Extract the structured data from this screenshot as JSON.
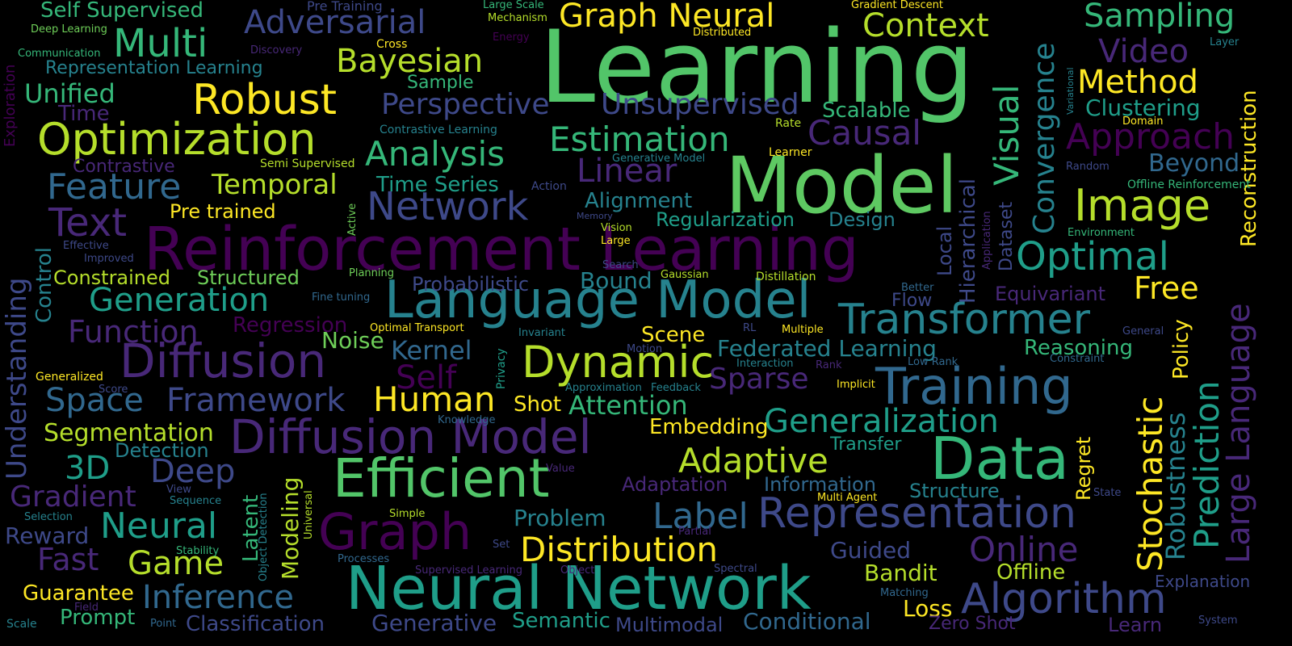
{
  "palette": {
    "purple_dark": "#440154",
    "purple": "#482878",
    "indigo": "#3e4989",
    "blue": "#31688e",
    "teal": "#26828e",
    "teal_green": "#1f9e89",
    "green": "#35b779",
    "lime": "#6ece58",
    "yellow_green": "#b5de2b",
    "yellow": "#fde725"
  },
  "words": [
    "Learning",
    "Model",
    "Reinforcement Learning",
    "Language Model",
    "Neural Network",
    "Diffusion Model",
    "Diffusion",
    "Efficient",
    "Graph",
    "Training",
    "Data",
    "Transformer",
    "Representation",
    "Dynamic",
    "Algorithm",
    "Image",
    "Optimization",
    "Network",
    "Graph Neural",
    "Context",
    "Multi",
    "Adversarial",
    "Robust",
    "Bayesian",
    "Self Supervised",
    "Unified",
    "Representation Learning",
    "Perspective",
    "Unsupervised",
    "Analysis",
    "Estimation",
    "Linear",
    "Causal",
    "Visual",
    "Convergence",
    "Sampling",
    "Video",
    "Method",
    "Approach",
    "Clustering",
    "Scalable",
    "Text",
    "Feature",
    "Temporal",
    "Pre trained",
    "Time Series",
    "Alignment",
    "Regularization",
    "Design",
    "Hierarchical",
    "Dataset",
    "Optimal",
    "Beyond",
    "Reconstruction",
    "Large Language",
    "Prediction",
    "Stochastic",
    "Robustness",
    "Policy",
    "Generation",
    "Function",
    "Constrained",
    "Structured",
    "Probabilistic",
    "Bound",
    "Free",
    "Equivariant",
    "Flow",
    "Local",
    "Control",
    "Understanding",
    "Kernel",
    "Self",
    "Noise",
    "Regression",
    "Human",
    "Space",
    "Framework",
    "Sparse",
    "Federated Learning",
    "Reasoning",
    "Generalization",
    "Attention",
    "Shot",
    "Scene",
    "Segmentation",
    "3D",
    "Deep",
    "Detection",
    "Embedding",
    "Adaptive",
    "Transfer",
    "Gradient",
    "Neural",
    "Latent",
    "Modeling",
    "Label",
    "Problem",
    "Adaptation",
    "Information",
    "Structure",
    "Regret",
    "Fast",
    "Game",
    "Reward",
    "Distribution",
    "Online",
    "Guided",
    "Bandit",
    "Offline",
    "Inference",
    "Guarantee",
    "Prompt",
    "Classification",
    "Generative",
    "Semantic",
    "Multimodal",
    "Conditional",
    "Loss",
    "Zero Shot",
    "Learn",
    "Explanation",
    "Contrastive",
    "Time",
    "Exploration",
    "Deep Learning",
    "Communication",
    "Pre Training",
    "Discovery",
    "Cross",
    "Sample",
    "Large Scale",
    "Mechanism",
    "Energy",
    "Gradient Descent",
    "Distributed",
    "Layer",
    "Variational",
    "Domain",
    "Rate",
    "Learner",
    "Random",
    "Offline Reinforcement",
    "Environment",
    "Contrastive Learning",
    "Generative Model",
    "Semi Supervised",
    "Action",
    "Memory",
    "Vision",
    "Large",
    "Active",
    "Search",
    "Gaussian",
    "Distillation",
    "Application",
    "Effective",
    "Improved",
    "Planning",
    "Fine tuning",
    "Optimal Transport",
    "Invariant",
    "RL",
    "Multiple",
    "Better",
    "General",
    "Constraint",
    "Motion",
    "Privacy",
    "Interaction",
    "Rank",
    "Low Rank",
    "Implicit",
    "Approximation",
    "Feedback",
    "Knowledge",
    "Generalized",
    "Score",
    "Value",
    "View",
    "Sequence",
    "Selection",
    "Multi Agent",
    "Object Detection",
    "Universal",
    "Partial",
    "Simple",
    "Stability",
    "Processes",
    "Set",
    "Supervised Learning",
    "Object",
    "Spectral",
    "Matching",
    "State",
    "Field",
    "Point",
    "Scale",
    "System"
  ]
}
